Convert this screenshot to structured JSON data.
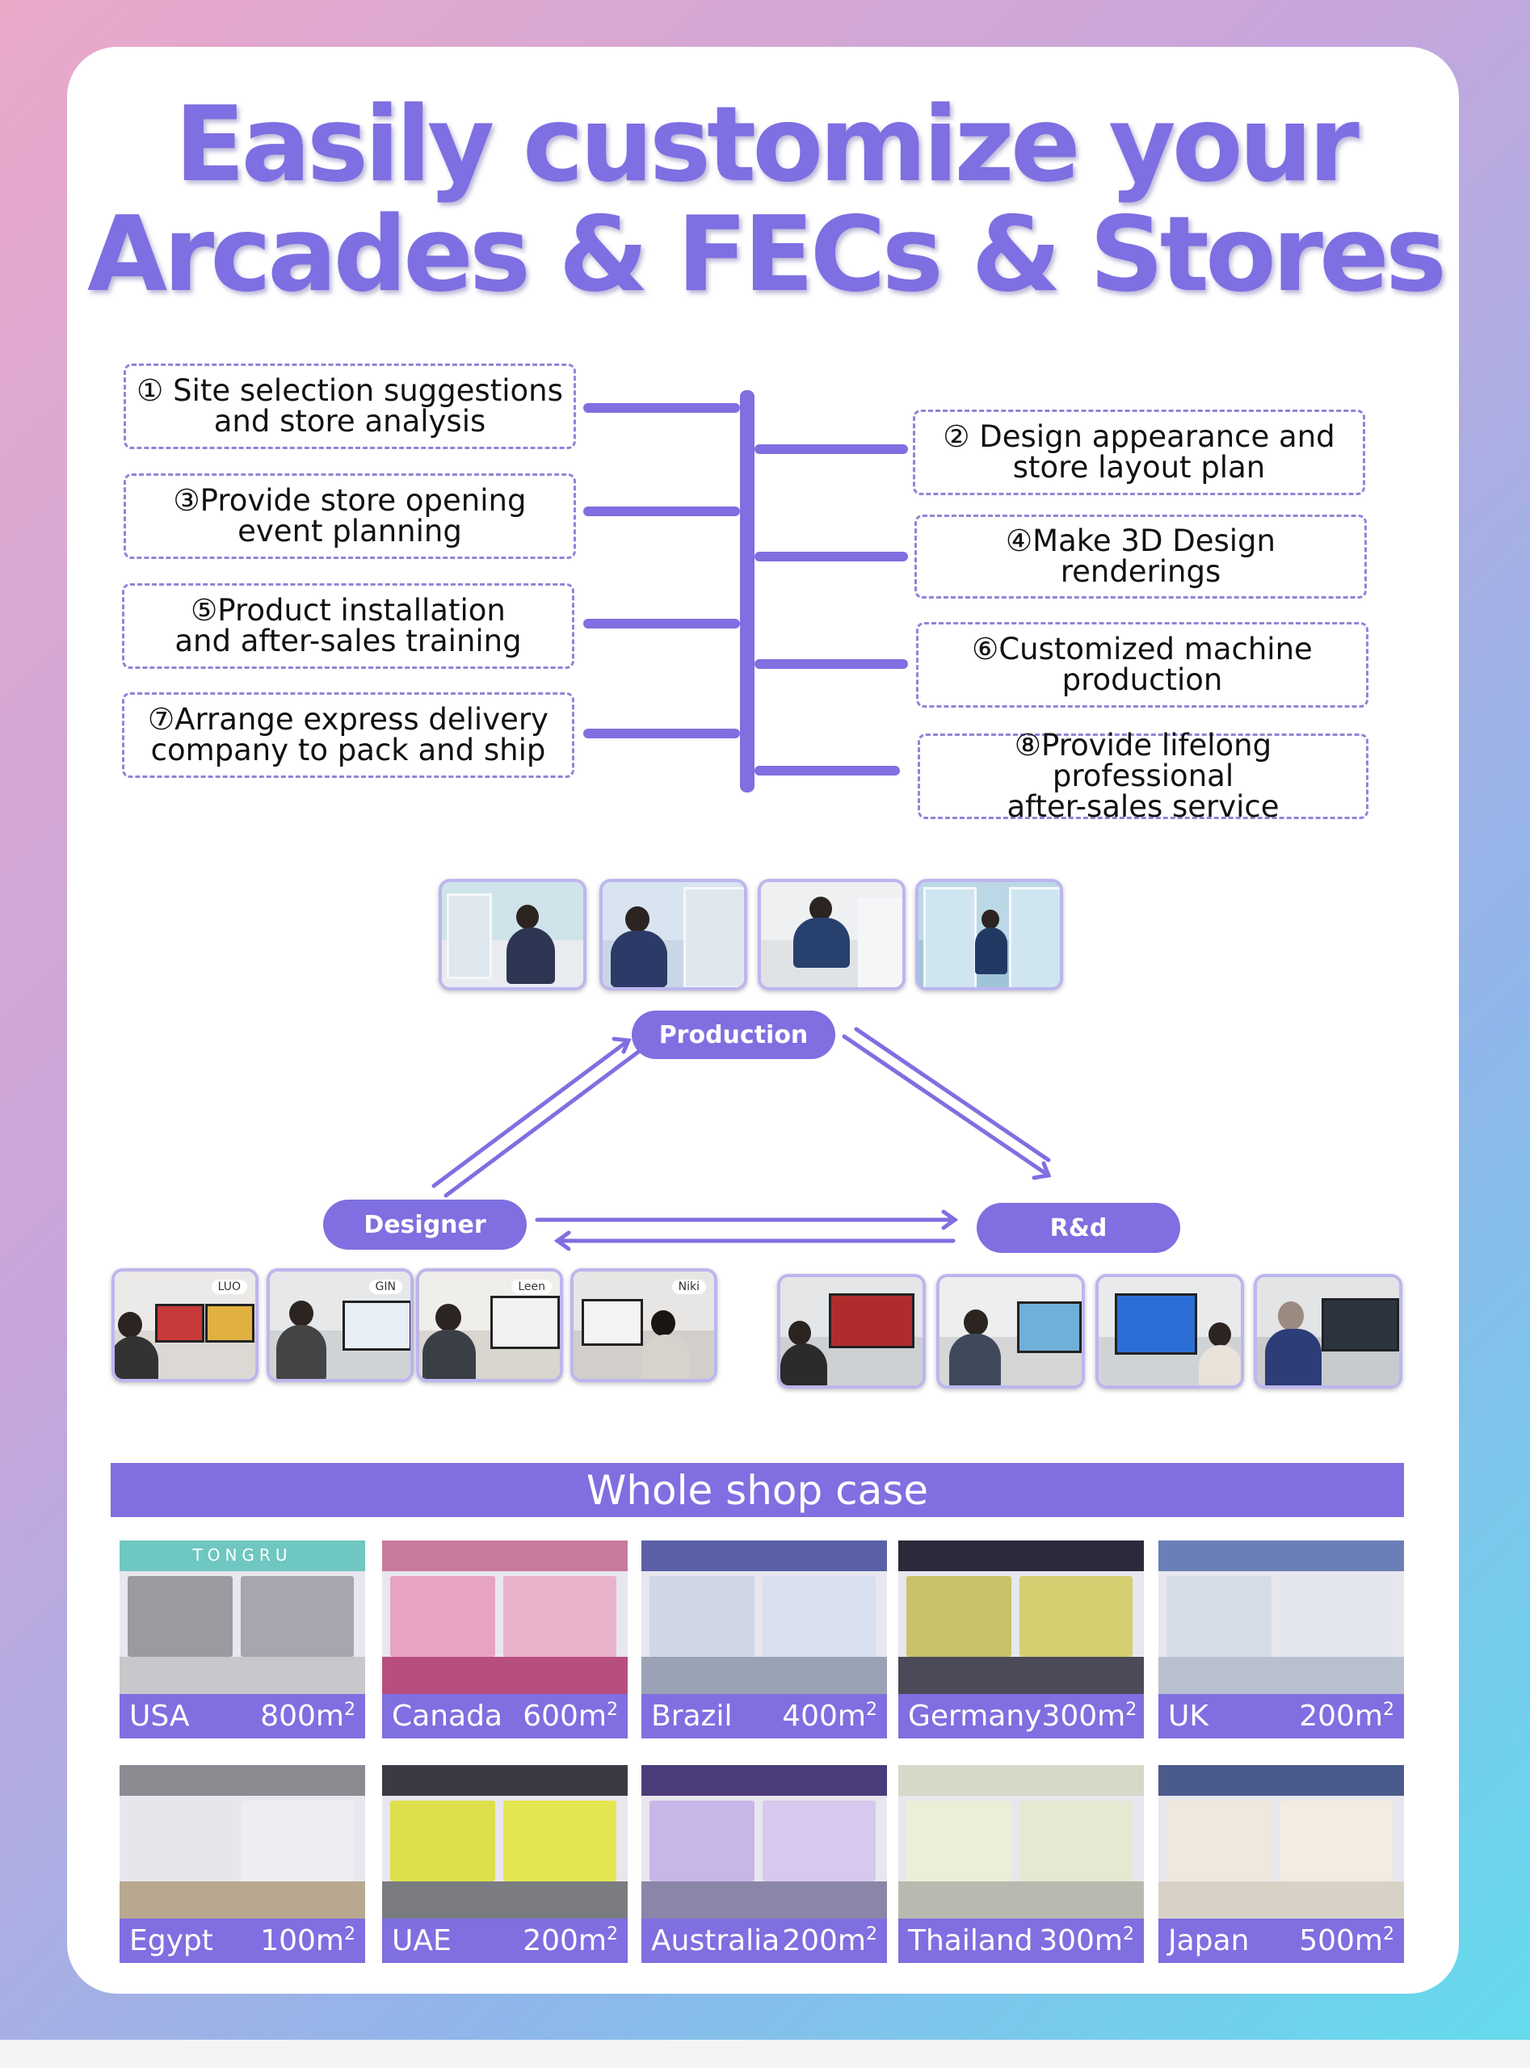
{
  "title": {
    "line1": "Easily customize your",
    "line2": "Arcades & FECs & Stores"
  },
  "steps": [
    {
      "text": "① Site selection suggestions\nand store analysis"
    },
    {
      "text": "② Design appearance and\nstore layout plan"
    },
    {
      "text": "③Provide store opening\nevent planning"
    },
    {
      "text": "④Make 3D Design renderings"
    },
    {
      "text": "⑤Product installation\nand after-sales training"
    },
    {
      "text": "⑥Customized machine\nproduction"
    },
    {
      "text": "⑦Arrange express delivery\ncompany to pack and ship"
    },
    {
      "text": "⑧Provide lifelong professional\nafter-sales service"
    }
  ],
  "workflow": {
    "production_label": "Production",
    "designer_label": "Designer",
    "rd_label": "R&d",
    "designer_names": [
      "LUO",
      "GIN",
      "Leen",
      "Niki"
    ]
  },
  "cases": {
    "heading": "Whole shop case",
    "sign_text": "TONGRU",
    "items": [
      {
        "country": "USA",
        "area": "800m",
        "unit_sup": "2"
      },
      {
        "country": "Canada",
        "area": "600m",
        "unit_sup": "2"
      },
      {
        "country": "Brazil",
        "area": "400m",
        "unit_sup": "2"
      },
      {
        "country": "Germany",
        "area": "300m",
        "unit_sup": "2"
      },
      {
        "country": "UK",
        "area": "200m",
        "unit_sup": "2"
      },
      {
        "country": "Egypt",
        "area": "100m",
        "unit_sup": "2"
      },
      {
        "country": "UAE",
        "area": "200m",
        "unit_sup": "2"
      },
      {
        "country": "Australia",
        "area": "200m",
        "unit_sup": "2"
      },
      {
        "country": "Thailand",
        "area": "300m",
        "unit_sup": "2"
      },
      {
        "country": "Japan",
        "area": "500m",
        "unit_sup": "2"
      }
    ]
  },
  "colors": {
    "accent": "#7f6fe0",
    "title": "#7e6fe2",
    "dashed_border": "#8d86d6"
  }
}
